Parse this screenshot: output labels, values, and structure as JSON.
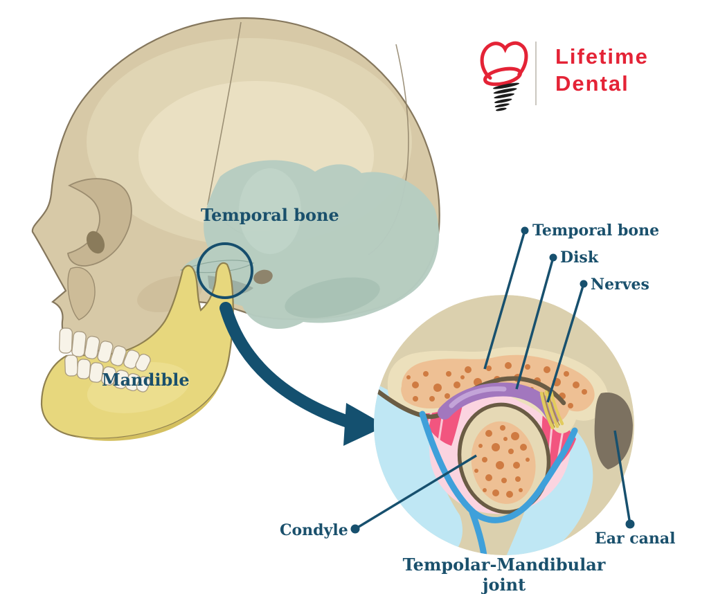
{
  "logo": {
    "brand_top": "Lifetime",
    "brand_bottom": "Dental",
    "brand_color": "#e42336",
    "icon": "tooth-implant-icon"
  },
  "skull_labels": {
    "temporal_bone": "Temporal bone",
    "mandible": "Mandible"
  },
  "inset": {
    "label_temporal_bone": "Temporal bone",
    "label_disk": "Disk",
    "label_nerves": "Nerves",
    "label_condyle": "Condyle",
    "label_ear_canal": "Ear canal",
    "caption_line1": "Tempolar-Mandibular",
    "caption_line2": "joint"
  },
  "colors": {
    "label_navy": "#1a506c",
    "callout_navy": "#17506e",
    "bone_beige": "#d7c9a7",
    "temporal_teal": "#b6ccc1",
    "mandible_yellow": "#e7d77d",
    "inset_tan": "#dbd0ae",
    "synovial_blue": "#bfe7f4",
    "cartilage_blue": "#3fa0da",
    "capsule_pink": "#fbd4e0",
    "muscle_magenta": "#f2557f",
    "disk_purple": "#a277be",
    "nerve_yellow": "#e2cb5e",
    "spongy_salmon": "#eec094",
    "spongy_dots": "#cf7b42",
    "ear_canal_gray": "#7c7160",
    "logo_red": "#e42336"
  }
}
